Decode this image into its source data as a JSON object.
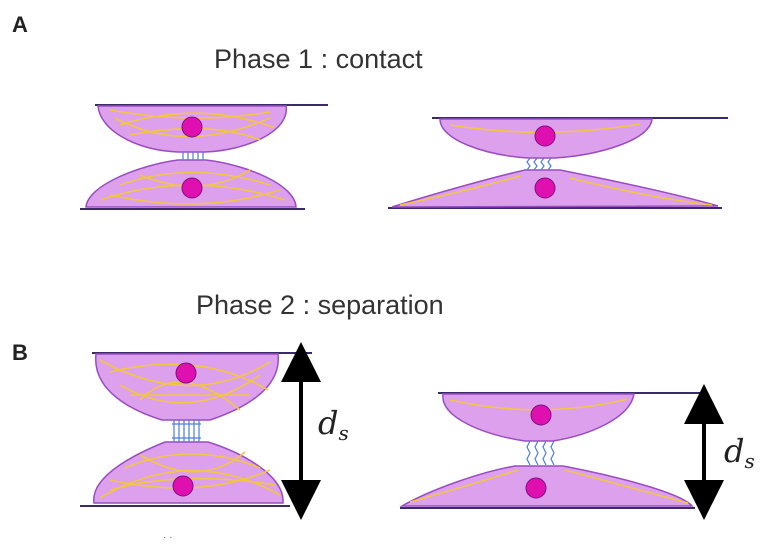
{
  "panels": {
    "a": {
      "letter": "A",
      "title": "Phase 1 : contact"
    },
    "b": {
      "letter": "B",
      "title": "Phase 2 : separation",
      "distance_symbol": "d",
      "distance_subscript": "s"
    }
  },
  "colors": {
    "cell_fill": "#dda0ec",
    "cell_outline": "#9b4cc1",
    "nucleus": "#e010b0",
    "nucleus_outline": "#7a1080",
    "fibers": "#f2c640",
    "substrate": "#3a2a6a",
    "bonds": "#4a7de0",
    "arrow": "#000000"
  }
}
